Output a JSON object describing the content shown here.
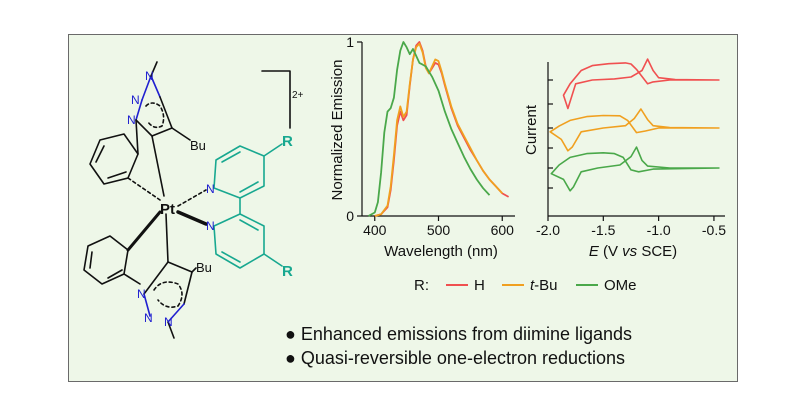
{
  "structure": {
    "charge": "2+",
    "metal": "Pt",
    "r_label": "R",
    "n_label": "N",
    "bu_label": "Bu",
    "colors": {
      "triazole": "#2020d0",
      "bipy": "#18a890",
      "bond": "#111111"
    }
  },
  "legend": {
    "prefix": "R:",
    "items": [
      {
        "label": "H",
        "color": "#f05050"
      },
      {
        "label": "t-Bu",
        "label_italic": "t",
        "label_rest": "-Bu",
        "color": "#f0a020"
      },
      {
        "label": "OMe",
        "color": "#4aa84a"
      }
    ]
  },
  "bullets": [
    "Enhanced emissions from diimine ligands",
    "Quasi-reversible one-electron reductions"
  ],
  "chart_data": [
    {
      "type": "line",
      "xlabel": "Wavelength (nm)",
      "ylabel": "Normalized Emission",
      "xlim": [
        380,
        620
      ],
      "ylim": [
        0,
        1
      ],
      "xticks": [
        400,
        500,
        600
      ],
      "yticks": [
        0,
        1
      ],
      "series": [
        {
          "name": "H",
          "color": "#f05050",
          "x": [
            400,
            410,
            420,
            425,
            430,
            435,
            440,
            445,
            450,
            455,
            460,
            465,
            470,
            475,
            480,
            485,
            490,
            495,
            500,
            505,
            510,
            520,
            530,
            540,
            550,
            560,
            570,
            580,
            590,
            600,
            610
          ],
          "y": [
            0,
            0.01,
            0.05,
            0.15,
            0.32,
            0.52,
            0.6,
            0.55,
            0.58,
            0.75,
            0.9,
            0.98,
            1.0,
            0.95,
            0.86,
            0.82,
            0.85,
            0.88,
            0.87,
            0.82,
            0.75,
            0.62,
            0.52,
            0.45,
            0.38,
            0.32,
            0.26,
            0.21,
            0.17,
            0.13,
            0.11
          ]
        },
        {
          "name": "t-Bu",
          "color": "#f0a020",
          "x": [
            400,
            410,
            420,
            425,
            430,
            435,
            440,
            445,
            450,
            455,
            460,
            465,
            470,
            475,
            480,
            485,
            490,
            495,
            500,
            505,
            510,
            520,
            530,
            540,
            550,
            560,
            570,
            580,
            590,
            600
          ],
          "y": [
            0,
            0.01,
            0.06,
            0.17,
            0.35,
            0.55,
            0.63,
            0.57,
            0.6,
            0.76,
            0.9,
            0.97,
            0.99,
            0.94,
            0.85,
            0.82,
            0.86,
            0.9,
            0.89,
            0.83,
            0.76,
            0.63,
            0.53,
            0.46,
            0.39,
            0.32,
            0.26,
            0.21,
            0.17,
            0.13
          ]
        },
        {
          "name": "OMe",
          "color": "#4aa84a",
          "x": [
            390,
            400,
            405,
            410,
            415,
            420,
            425,
            430,
            435,
            440,
            445,
            450,
            455,
            460,
            465,
            470,
            475,
            480,
            490,
            500,
            510,
            520,
            530,
            540,
            550,
            560,
            570,
            580
          ],
          "y": [
            0,
            0.02,
            0.08,
            0.25,
            0.48,
            0.6,
            0.62,
            0.68,
            0.84,
            0.95,
            1.0,
            0.97,
            0.93,
            0.96,
            0.92,
            0.88,
            0.87,
            0.86,
            0.8,
            0.72,
            0.6,
            0.5,
            0.42,
            0.34,
            0.27,
            0.21,
            0.16,
            0.12
          ]
        }
      ]
    },
    {
      "type": "line",
      "xlabel": "E (V vs SCE)",
      "xlabel_parts": {
        "e": "E",
        "open": " (V ",
        "vs": "vs",
        "close": " SCE)"
      },
      "ylabel": "Current",
      "xlim": [
        -2.0,
        -0.4
      ],
      "xtick_labels": [
        "-2.0",
        "-1.5",
        "-1.0",
        "-0.5"
      ],
      "xticks": [
        -2.0,
        -1.5,
        -1.0,
        -0.5
      ],
      "series": [
        {
          "name": "H",
          "color": "#f05050",
          "offset": 3,
          "forward": [
            [
              -0.45,
              0
            ],
            [
              -0.85,
              0.01
            ],
            [
              -1.0,
              0.06
            ],
            [
              -1.05,
              0.25
            ],
            [
              -1.1,
              0.55
            ],
            [
              -1.15,
              0.25
            ],
            [
              -1.25,
              0.08
            ],
            [
              -1.4,
              0.03
            ],
            [
              -1.6,
              0
            ],
            [
              -1.75,
              -0.1
            ],
            [
              -1.82,
              -0.75
            ],
            [
              -1.86,
              -0.4
            ]
          ],
          "backward": [
            [
              -1.86,
              -0.4
            ],
            [
              -1.8,
              -0.1
            ],
            [
              -1.7,
              0.25
            ],
            [
              -1.6,
              0.38
            ],
            [
              -1.45,
              0.43
            ],
            [
              -1.3,
              0.45
            ],
            [
              -1.25,
              0.42
            ],
            [
              -1.2,
              0.28
            ],
            [
              -1.1,
              -0.1
            ],
            [
              -1.05,
              -0.05
            ],
            [
              -0.9,
              0
            ],
            [
              -0.45,
              0
            ]
          ]
        },
        {
          "name": "t-Bu",
          "color": "#f0a020",
          "offset": 2,
          "forward": [
            [
              -0.45,
              0
            ],
            [
              -0.9,
              0.01
            ],
            [
              -1.05,
              0.06
            ],
            [
              -1.1,
              0.22
            ],
            [
              -1.16,
              0.5
            ],
            [
              -1.22,
              0.25
            ],
            [
              -1.3,
              0.06
            ],
            [
              -1.5,
              0
            ],
            [
              -1.7,
              -0.1
            ],
            [
              -1.78,
              -0.5
            ],
            [
              -1.82,
              -0.6
            ],
            [
              -1.88,
              -0.3
            ],
            [
              -1.98,
              -0.1
            ]
          ],
          "backward": [
            [
              -1.98,
              -0.1
            ],
            [
              -1.9,
              0.05
            ],
            [
              -1.8,
              0.2
            ],
            [
              -1.65,
              0.3
            ],
            [
              -1.5,
              0.33
            ],
            [
              -1.35,
              0.32
            ],
            [
              -1.28,
              0.2
            ],
            [
              -1.2,
              -0.12
            ],
            [
              -1.12,
              -0.08
            ],
            [
              -1.0,
              0
            ],
            [
              -0.45,
              0
            ]
          ]
        },
        {
          "name": "OMe",
          "color": "#4aa84a",
          "offset": 1,
          "forward": [
            [
              -0.45,
              0
            ],
            [
              -0.9,
              0
            ],
            [
              -1.1,
              0.05
            ],
            [
              -1.15,
              0.2
            ],
            [
              -1.2,
              0.55
            ],
            [
              -1.25,
              0.3
            ],
            [
              -1.35,
              0.08
            ],
            [
              -1.55,
              0
            ],
            [
              -1.7,
              -0.1
            ],
            [
              -1.77,
              -0.5
            ],
            [
              -1.8,
              -0.6
            ],
            [
              -1.86,
              -0.3
            ],
            [
              -1.97,
              -0.15
            ]
          ],
          "backward": [
            [
              -1.97,
              -0.15
            ],
            [
              -1.9,
              0.08
            ],
            [
              -1.8,
              0.28
            ],
            [
              -1.65,
              0.38
            ],
            [
              -1.5,
              0.4
            ],
            [
              -1.4,
              0.38
            ],
            [
              -1.32,
              0.28
            ],
            [
              -1.25,
              -0.05
            ],
            [
              -1.18,
              -0.1
            ],
            [
              -1.05,
              -0.03
            ],
            [
              -0.45,
              0
            ]
          ]
        }
      ]
    }
  ]
}
